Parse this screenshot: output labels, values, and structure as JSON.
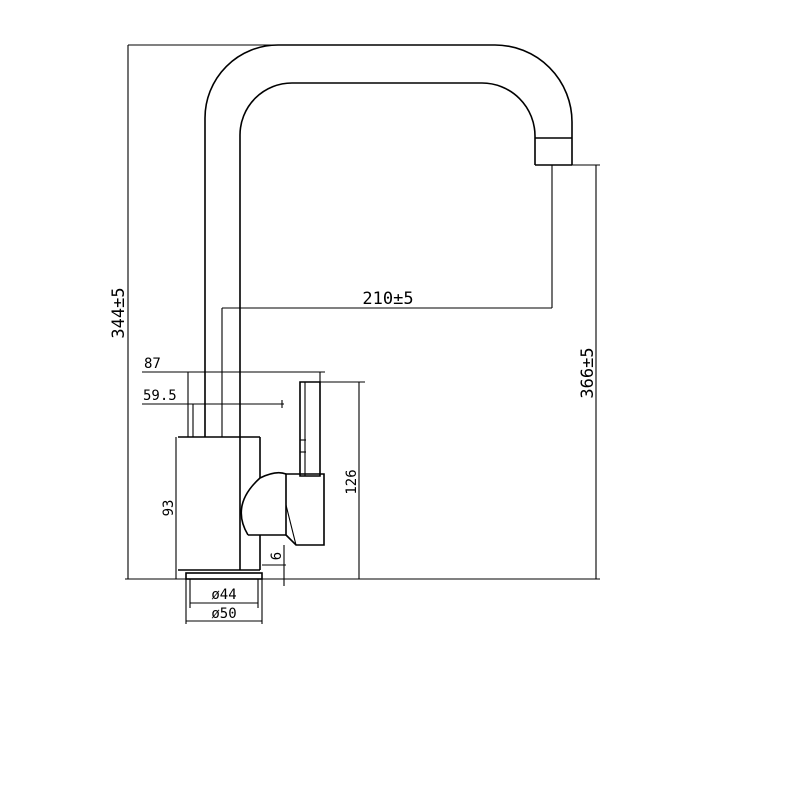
{
  "drawing": {
    "line_color": "#000000",
    "background": "#ffffff",
    "dimensions": {
      "total_height": "344±5",
      "spout_height": "366±5",
      "spout_reach": "210±5",
      "handle_height": "126",
      "body_height": "93",
      "dim_87": "87",
      "dim_59_5": "59.5",
      "dim_6": "6",
      "base_inner_dia": "ø44",
      "base_outer_dia": "ø50"
    }
  }
}
